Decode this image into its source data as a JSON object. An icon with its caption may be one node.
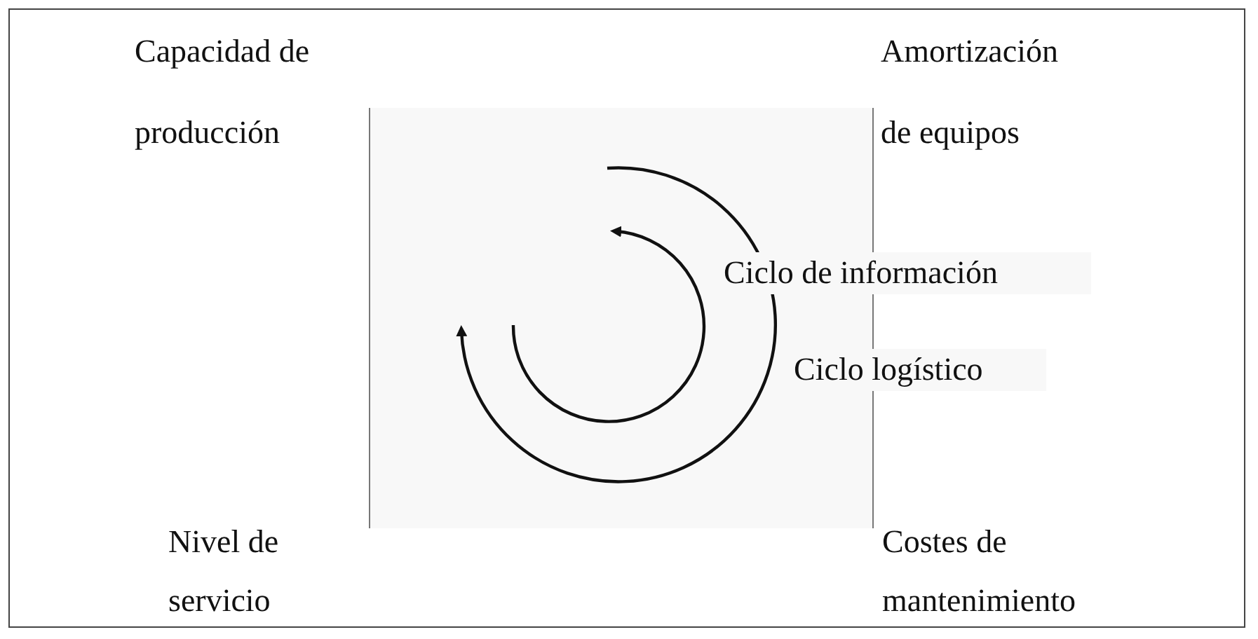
{
  "diagram": {
    "labels": [
      "Capacidad de producción",
      "Amortización de equipos",
      "Ciclo de información",
      "Ciclo logístico",
      "Nivel de servicio",
      "Costes de mantenimiento"
    ]
  }
}
